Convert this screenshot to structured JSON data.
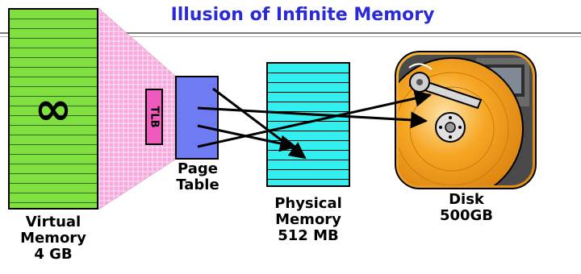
{
  "title": "Illusion of Infinite Memory",
  "virtual_memory": {
    "symbol": "∞",
    "label_line1": "Virtual",
    "label_line2": "Memory",
    "label_line3": "4 GB"
  },
  "tlb": {
    "label": "TLB"
  },
  "page_table": {
    "label_line1": "Page",
    "label_line2": "Table"
  },
  "physical_memory": {
    "label_line1": "Physical",
    "label_line2": "Memory",
    "label_line3": "512 MB"
  },
  "disk": {
    "label_line1": "Disk",
    "label_line2": "500GB",
    "icon": "hard-disk-icon"
  },
  "colors": {
    "title": "#2a2ad8",
    "virtual_memory": "#7fe03f",
    "mapping_cone": "#f6a9dc",
    "tlb": "#ee5bbd",
    "page_table": "#6f7bf2",
    "physical_memory": "#33f0f0",
    "disk_frame": "#f2a41c",
    "disk_platter": "#f6a623"
  }
}
